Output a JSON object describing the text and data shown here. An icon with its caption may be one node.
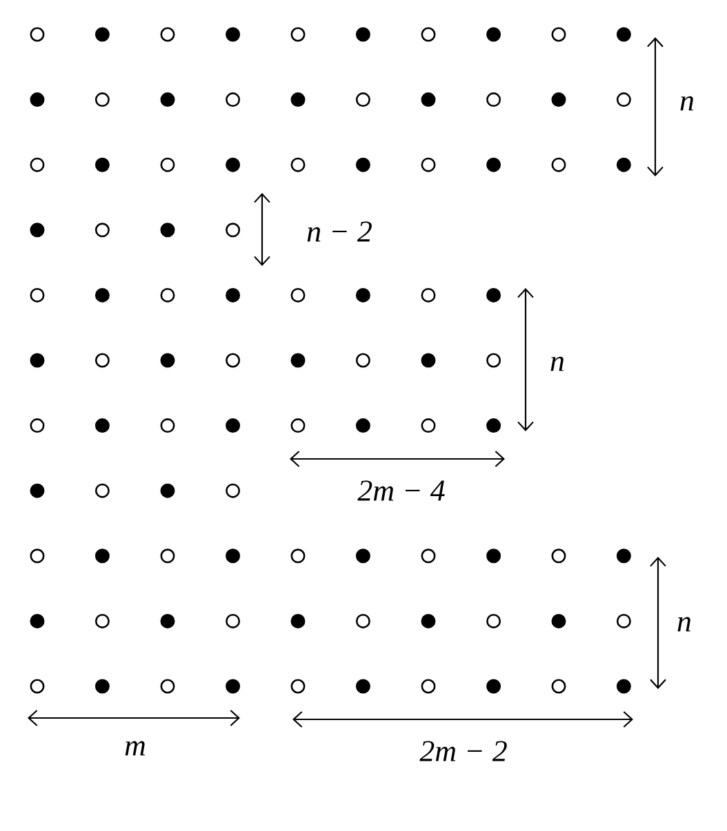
{
  "diagram": {
    "labels": [
      "n",
      "n − 2",
      "n",
      "2m − 4",
      "n",
      "m",
      "2m − 2"
    ]
  }
}
